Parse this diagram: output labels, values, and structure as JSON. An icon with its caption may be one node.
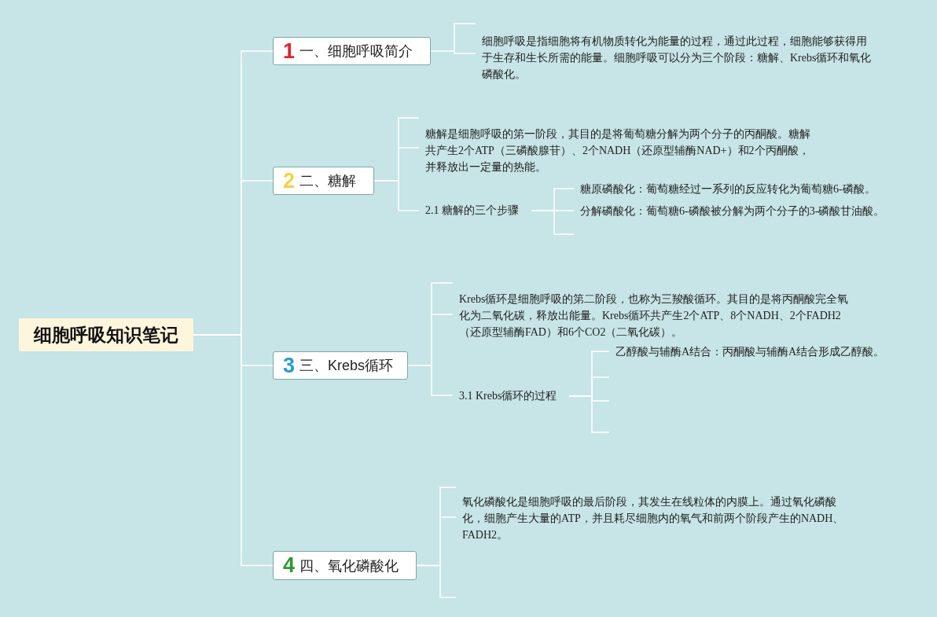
{
  "diagram": {
    "nodes": [
      {
        "text": [
          "细胞呼吸知识笔记"
        ]
      },
      {
        "text": [
          "1",
          "一、细胞呼吸简介"
        ]
      },
      {
        "text": [
          "细胞呼吸是指细胞将有机物质转化为能量的过程，通过此过程，细胞能够获得用于生存和生长所需的能量。细胞呼吸可以分为三个阶段：糖解、Krebs循环和氧化磷酸化。"
        ]
      },
      {
        "text": [
          "2",
          "二、糖解"
        ]
      },
      {
        "text": [
          "糖解是细胞呼吸的第一阶段，其目的是将葡萄糖分解为两个分子的丙酮酸。糖解共产生2个ATP（三磷酸腺苷）、2个NADH（还原型辅酶NAD+）和2个丙酮酸，并释放出一定量的热能。"
        ]
      },
      {
        "text": [
          "2.1 糖解的三个步骤"
        ]
      },
      {
        "text": [
          "糖原磷酸化：葡萄糖经过一系列的反应转化为葡萄糖6-磷酸。"
        ]
      },
      {
        "text": [
          "分解磷酸化：葡萄糖6-磷酸被分解为两个分子的3-磷酸甘油酸。"
        ]
      },
      {
        "text": [
          "3",
          "三、Krebs循环"
        ]
      },
      {
        "text": [
          "Krebs循环是细胞呼吸的第二阶段，也称为三羧酸循环。其目的是将丙酮酸完全氧化为二氧化碳，释放出能量。Krebs循环共产生2个ATP、8个NADH、2个FADH2（还原型辅酶FAD）和6个CO2（二氧化碳）。"
        ]
      },
      {
        "text": [
          "3.1 Krebs循环的过程"
        ]
      },
      {
        "text": [
          "乙醇酸与辅酶A结合：丙酮酸与辅酶A结合形成乙醇酸。"
        ]
      },
      {
        "text": [
          "4",
          "四、氧化磷酸化"
        ]
      },
      {
        "text": [
          "氧化磷酸化是细胞呼吸的最后阶段，其发生在线粒体的内膜上。通过氧化磷酸化，细胞产生大量的ATP，并且耗尽细胞内的氧气和前两个阶段产生的NADH、FADH2。"
        ]
      }
    ],
    "edges": [
      {
        "from": 0,
        "to": 1,
        "arrow": "none"
      },
      {
        "from": 0,
        "to": 3,
        "arrow": "none"
      },
      {
        "from": 0,
        "to": 8,
        "arrow": "none"
      },
      {
        "from": 0,
        "to": 12,
        "arrow": "none"
      },
      {
        "from": 1,
        "to": 2,
        "arrow": "none"
      },
      {
        "from": 3,
        "to": 4,
        "arrow": "none"
      },
      {
        "from": 3,
        "to": 5,
        "arrow": "none"
      },
      {
        "from": 5,
        "to": 6,
        "arrow": "none"
      },
      {
        "from": 5,
        "to": 7,
        "arrow": "none"
      },
      {
        "from": 8,
        "to": 9,
        "arrow": "none"
      },
      {
        "from": 8,
        "to": 10,
        "arrow": "none"
      },
      {
        "from": 10,
        "to": 11,
        "arrow": "none"
      },
      {
        "from": 10,
        "to": null,
        "arrow": "none"
      },
      {
        "from": 10,
        "to": null,
        "arrow": "none"
      },
      {
        "from": 10,
        "to": null,
        "arrow": "none"
      },
      {
        "from": 12,
        "to": 13,
        "arrow": "none"
      },
      {
        "from": 12,
        "to": null,
        "arrow": "none"
      }
    ]
  }
}
